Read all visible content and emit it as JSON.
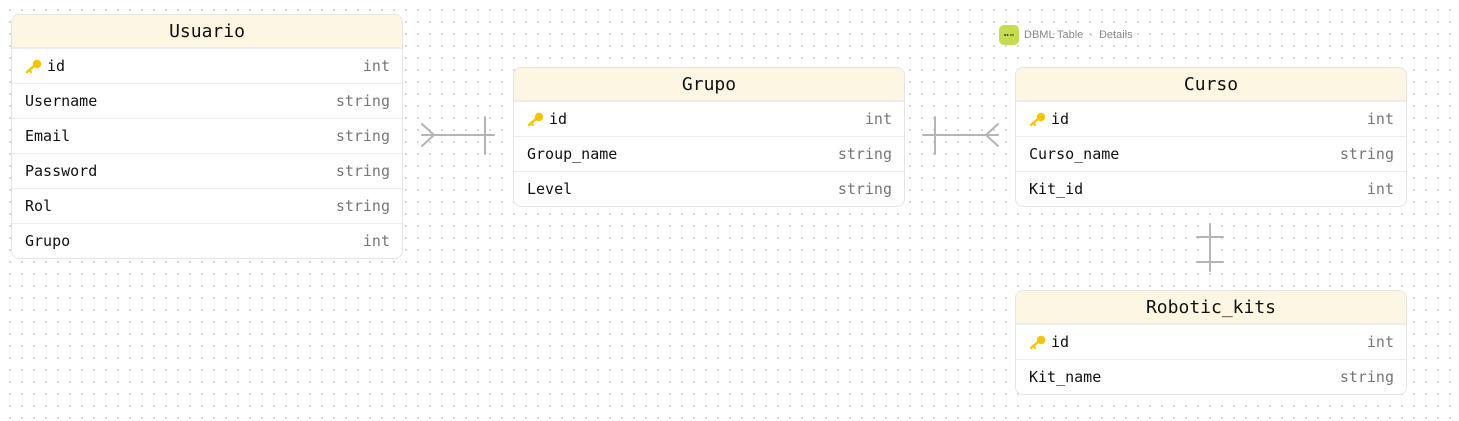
{
  "badge": {
    "label": "DBML Table",
    "separator": "·",
    "link": "Details"
  },
  "tables": {
    "usuario": {
      "name": "Usuario",
      "columns": [
        {
          "name": "id",
          "type": "int",
          "pk": true
        },
        {
          "name": "Username",
          "type": "string"
        },
        {
          "name": "Email",
          "type": "string"
        },
        {
          "name": "Password",
          "type": "string"
        },
        {
          "name": "Rol",
          "type": "string"
        },
        {
          "name": "Grupo",
          "type": "int"
        }
      ]
    },
    "grupo": {
      "name": "Grupo",
      "columns": [
        {
          "name": "id",
          "type": "int",
          "pk": true
        },
        {
          "name": "Group_name",
          "type": "string"
        },
        {
          "name": "Level",
          "type": "string"
        }
      ]
    },
    "curso": {
      "name": "Curso",
      "columns": [
        {
          "name": "id",
          "type": "int",
          "pk": true
        },
        {
          "name": "Curso_name",
          "type": "string"
        },
        {
          "name": "Kit_id",
          "type": "int"
        }
      ]
    },
    "robotic_kits": {
      "name": "Robotic_kits",
      "columns": [
        {
          "name": "id",
          "type": "int",
          "pk": true
        },
        {
          "name": "Kit_name",
          "type": "string"
        }
      ]
    }
  },
  "relationships": [
    {
      "from": "Usuario",
      "to": "Grupo",
      "from_end": "many",
      "to_end": "one"
    },
    {
      "from": "Grupo",
      "to": "Curso",
      "from_end": "one",
      "to_end": "many"
    },
    {
      "from": "Curso",
      "to": "Robotic_kits",
      "from_end": "one",
      "to_end": "one"
    }
  ],
  "colors": {
    "header_bg": "#fdf6e2",
    "key_icon": "#f5c400",
    "connector": "#b5b5b5",
    "badge_icon": "#c4dc52"
  }
}
